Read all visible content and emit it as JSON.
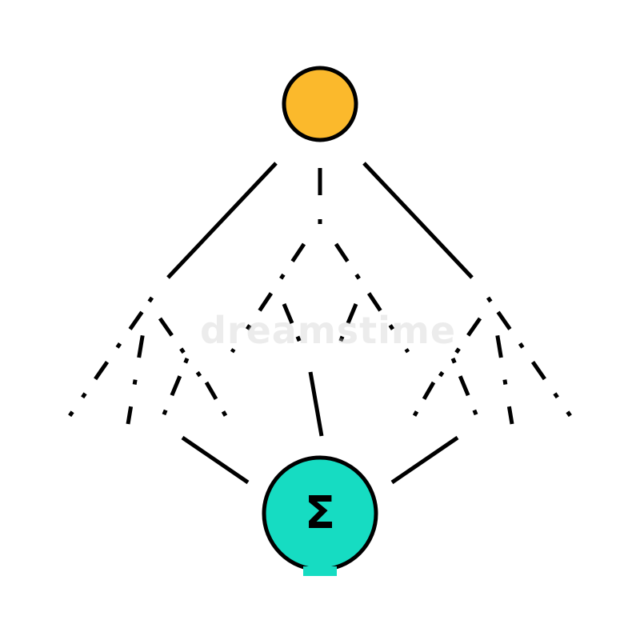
{
  "colors": {
    "root_fill": "#fbb92c",
    "sum_fill": "#16dcc2",
    "stroke": "#000000",
    "background": "#ffffff"
  },
  "nodes": {
    "root": {
      "shape": "circle",
      "label": ""
    },
    "sum": {
      "shape": "circle",
      "label": "Σ",
      "icon": "sigma-icon"
    }
  },
  "watermark": {
    "text": "dreamstime"
  }
}
